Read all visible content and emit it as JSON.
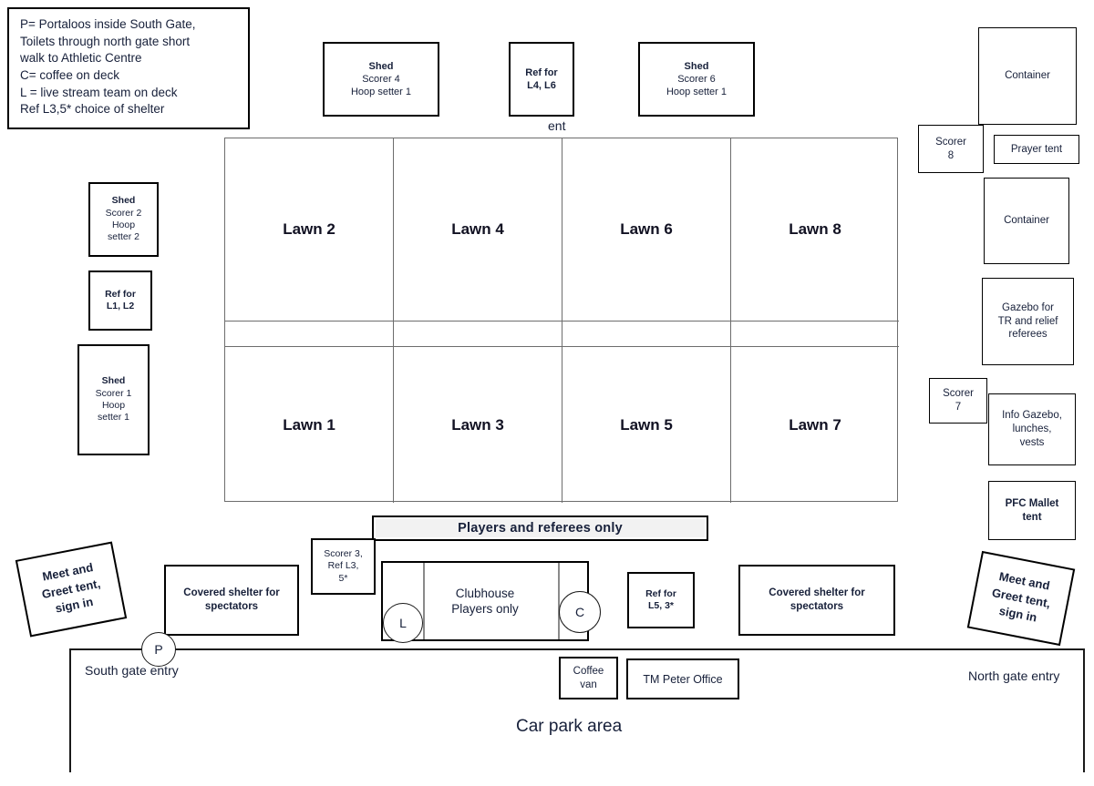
{
  "legend": {
    "name": "map-legend",
    "lines": [
      "P= Portaloos inside South Gate,",
      "Toilets through north gate short",
      "walk to Athletic Centre",
      "C= coffee on deck",
      "L = live stream team on deck",
      "Ref L3,5* choice of shelter"
    ]
  },
  "top_row": {
    "shed4": [
      "Shed",
      "Scorer 4",
      "Hoop setter 1"
    ],
    "ref_l4_l6": [
      "Ref for",
      "L4, L6"
    ],
    "shed6": [
      "Shed",
      "Scorer 6",
      "Hoop setter 1"
    ],
    "ent_label": "ent"
  },
  "left_column": {
    "shed2": [
      "Shed",
      "Scorer 2",
      "Hoop",
      "setter 2"
    ],
    "ref_l1_l2": [
      "Ref for",
      "L1, L2"
    ],
    "shed1": [
      "Shed",
      "Scorer 1",
      "Hoop",
      "setter 1"
    ]
  },
  "right_column": {
    "container_top": [
      "Container"
    ],
    "scorer8": [
      "Scorer",
      "8"
    ],
    "prayer_tent": [
      "Prayer tent"
    ],
    "container_mid": [
      "Container"
    ],
    "gazebo_tr": [
      "Gazebo for",
      "TR and relief",
      "referees"
    ],
    "scorer7": [
      "Scorer",
      "7"
    ],
    "info_gazebo": [
      "Info Gazebo,",
      "lunches,",
      "vests"
    ],
    "pfc_mallet": [
      "PFC Mallet",
      "tent"
    ]
  },
  "lawns": {
    "top_row": [
      "Lawn 2",
      "Lawn 4",
      "Lawn 6",
      "Lawn 8"
    ],
    "bottom_row": [
      "Lawn 1",
      "Lawn 3",
      "Lawn 5",
      "Lawn 7"
    ]
  },
  "bottom": {
    "banner": "Players and referees only",
    "scorer3": [
      "Scorer 3,",
      "Ref L3,",
      "5*"
    ],
    "clubhouse": [
      "Clubhouse",
      "Players only"
    ],
    "circle_l": "L",
    "circle_c": "C",
    "circle_p": "P",
    "ref_l5_3": [
      "Ref for",
      "L5, 3*"
    ],
    "shelter_left": [
      "Covered shelter for",
      "spectators"
    ],
    "shelter_right": [
      "Covered shelter for",
      "spectators"
    ],
    "tent_left": [
      "Meet and",
      "Greet tent,",
      "sign in"
    ],
    "tent_right": [
      "Meet and",
      "Greet tent,",
      "sign in"
    ],
    "south_gate": "South gate entry",
    "north_gate": "North gate entry",
    "coffee_van": [
      "Coffee",
      "van"
    ],
    "tm_office": [
      "TM Peter Office"
    ],
    "car_park": "Car park area"
  },
  "colors": {
    "ink": "#17203a",
    "stroke": "#000000",
    "grid_stroke": "#6d6d6d",
    "banner_fill": "#f2f2f2",
    "page_bg": "#ffffff"
  }
}
